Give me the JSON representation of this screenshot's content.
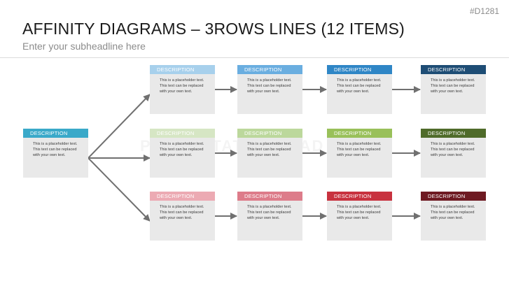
{
  "slide": {
    "code": "#D1281",
    "title": "AFFINITY DIAGRAMS – 3ROWS LINES (12 ITEMS)",
    "subtitle": "Enter your subheadline here",
    "watermark": "PRESENTATIONLOAD"
  },
  "source_card": {
    "label": "DESCRIPTION",
    "text": "This is a placeholder text.\nThis text can be replaced\nwith your own text.",
    "color": "#3aa9c9"
  },
  "rows": [
    {
      "cards": [
        {
          "label": "DESCRIPTION",
          "text": "This is a placeholder text.\nThis text can be replaced\nwith your own text.",
          "color": "#a7d0ec"
        },
        {
          "label": "DESCRIPTION",
          "text": "This is a placeholder text.\nThis text can be replaced\nwith your own text.",
          "color": "#6aaee0"
        },
        {
          "label": "DESCRIPTION",
          "text": "This is a placeholder text.\nThis text can be replaced\nwith your own text.",
          "color": "#2f86c6"
        },
        {
          "label": "DESCRIPTION",
          "text": "This is a placeholder text.\nThis text can be replaced\nwith your own text.",
          "color": "#1e4d75"
        }
      ]
    },
    {
      "cards": [
        {
          "label": "DESCRIPTION",
          "text": "This is a placeholder text.\nThis text can be replaced\nwith your own text.",
          "color": "#d6e6c4"
        },
        {
          "label": "DESCRIPTION",
          "text": "This is a placeholder text.\nThis text can be replaced\nwith your own text.",
          "color": "#bcd89c"
        },
        {
          "label": "DESCRIPTION",
          "text": "This is a placeholder text.\nThis text can be replaced\nwith your own text.",
          "color": "#99c05a"
        },
        {
          "label": "DESCRIPTION",
          "text": "This is a placeholder text.\nThis text can be replaced\nwith your own text.",
          "color": "#4f6b2a"
        }
      ]
    },
    {
      "cards": [
        {
          "label": "DESCRIPTION",
          "text": "This is a placeholder text.\nThis text can be replaced\nwith your own text.",
          "color": "#ecaab3"
        },
        {
          "label": "DESCRIPTION",
          "text": "This is a placeholder text.\nThis text can be replaced\nwith your own text.",
          "color": "#dd7c8a"
        },
        {
          "label": "DESCRIPTION",
          "text": "This is a placeholder text.\nThis text can be replaced\nwith your own text.",
          "color": "#c8323f"
        },
        {
          "label": "DESCRIPTION",
          "text": "This is a placeholder text.\nThis text can be replaced\nwith your own text.",
          "color": "#6e1a22"
        }
      ]
    }
  ],
  "connector_color": "#707070"
}
